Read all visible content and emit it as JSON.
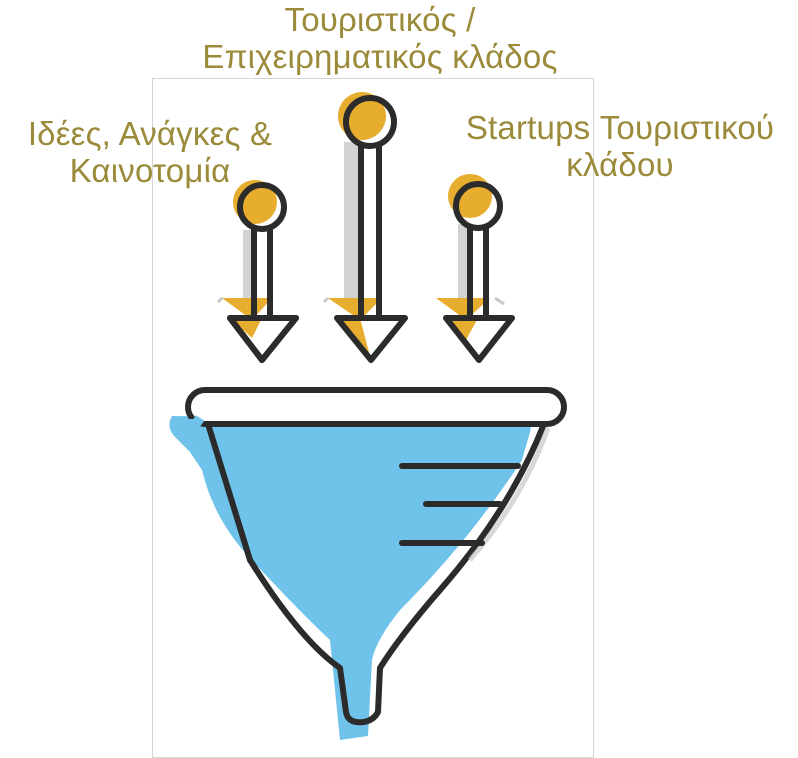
{
  "labels": {
    "top": {
      "line1": "Τουριστικός /",
      "line2": "Επιχειρηματικός κλάδος"
    },
    "left": {
      "line1": "Ιδέες, Ανάγκες &",
      "line2": "Καινοτομία"
    },
    "right": {
      "line1": "Startups Τουριστικού",
      "line2": "κλάδου"
    }
  },
  "colors": {
    "label_text": "#9a8a3a",
    "funnel_fill": "#6fc3ea",
    "accent_yellow": "#e7ad2e",
    "outline": "#2b2b2b",
    "shadow_gray": "#c8c8c8"
  },
  "icons": [
    "arrow-down-icon",
    "arrow-down-icon",
    "arrow-down-icon",
    "funnel-icon"
  ]
}
